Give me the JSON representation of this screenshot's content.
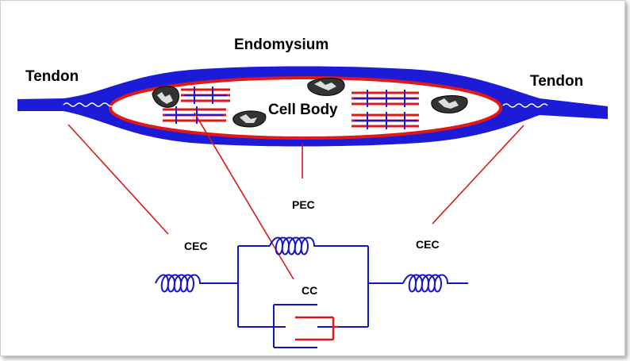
{
  "labels": {
    "endomysium": "Endomysium",
    "tendon_left": "Tendon",
    "tendon_right": "Tendon",
    "cell_body": "Cell Body",
    "pec": "PEC",
    "cec_left": "CEC",
    "cec_right": "CEC",
    "cc": "CC"
  },
  "colors": {
    "tissue_blue": "#1c1cd8",
    "membrane_red": "#e01818",
    "spring_blue": "#1414c8",
    "leader_red": "#d81818"
  }
}
